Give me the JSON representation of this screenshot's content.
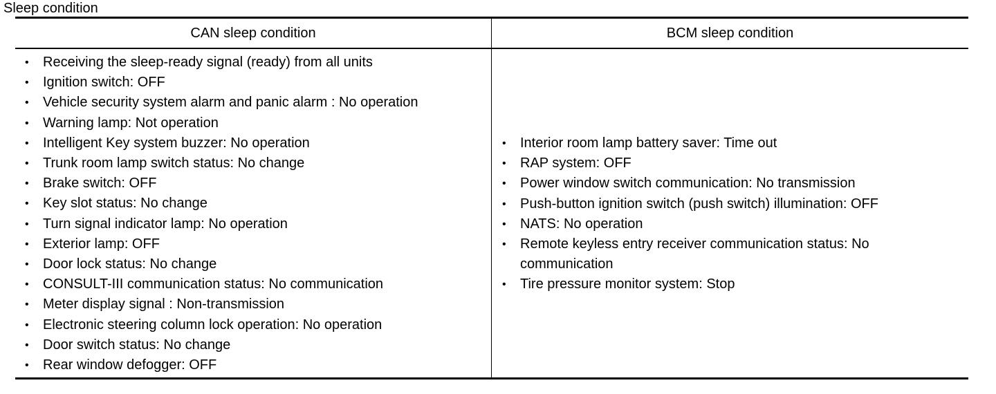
{
  "caption": "Sleep condition",
  "table": {
    "headers": [
      "CAN sleep condition",
      "BCM sleep condition"
    ],
    "can_conditions": [
      "Receiving the sleep-ready signal (ready) from all units",
      "Ignition switch: OFF",
      "Vehicle security system alarm and panic alarm : No operation",
      "Warning lamp:  Not operation",
      "Intelligent Key system buzzer:  No operation",
      "Trunk room lamp switch status:  No change",
      "Brake switch:  OFF",
      "Key slot status:  No change",
      "Turn signal indicator lamp:  No operation",
      "Exterior lamp:  OFF",
      "Door lock status:  No change",
      "CONSULT-III communication status: No communication",
      "Meter display signal : Non-transmission",
      "Electronic steering column lock operation:  No operation",
      "Door switch status:  No change",
      "Rear window defogger:  OFF"
    ],
    "bcm_conditions": [
      "Interior room lamp battery saver:  Time out",
      "RAP system:  OFF",
      "Power window switch communication:  No transmission",
      "Push-button ignition switch (push switch) illumination:  OFF",
      "NATS: No operation",
      "Remote keyless entry receiver communication status:  No communication",
      "Tire pressure monitor system:  Stop"
    ],
    "bullet_char": "•"
  }
}
